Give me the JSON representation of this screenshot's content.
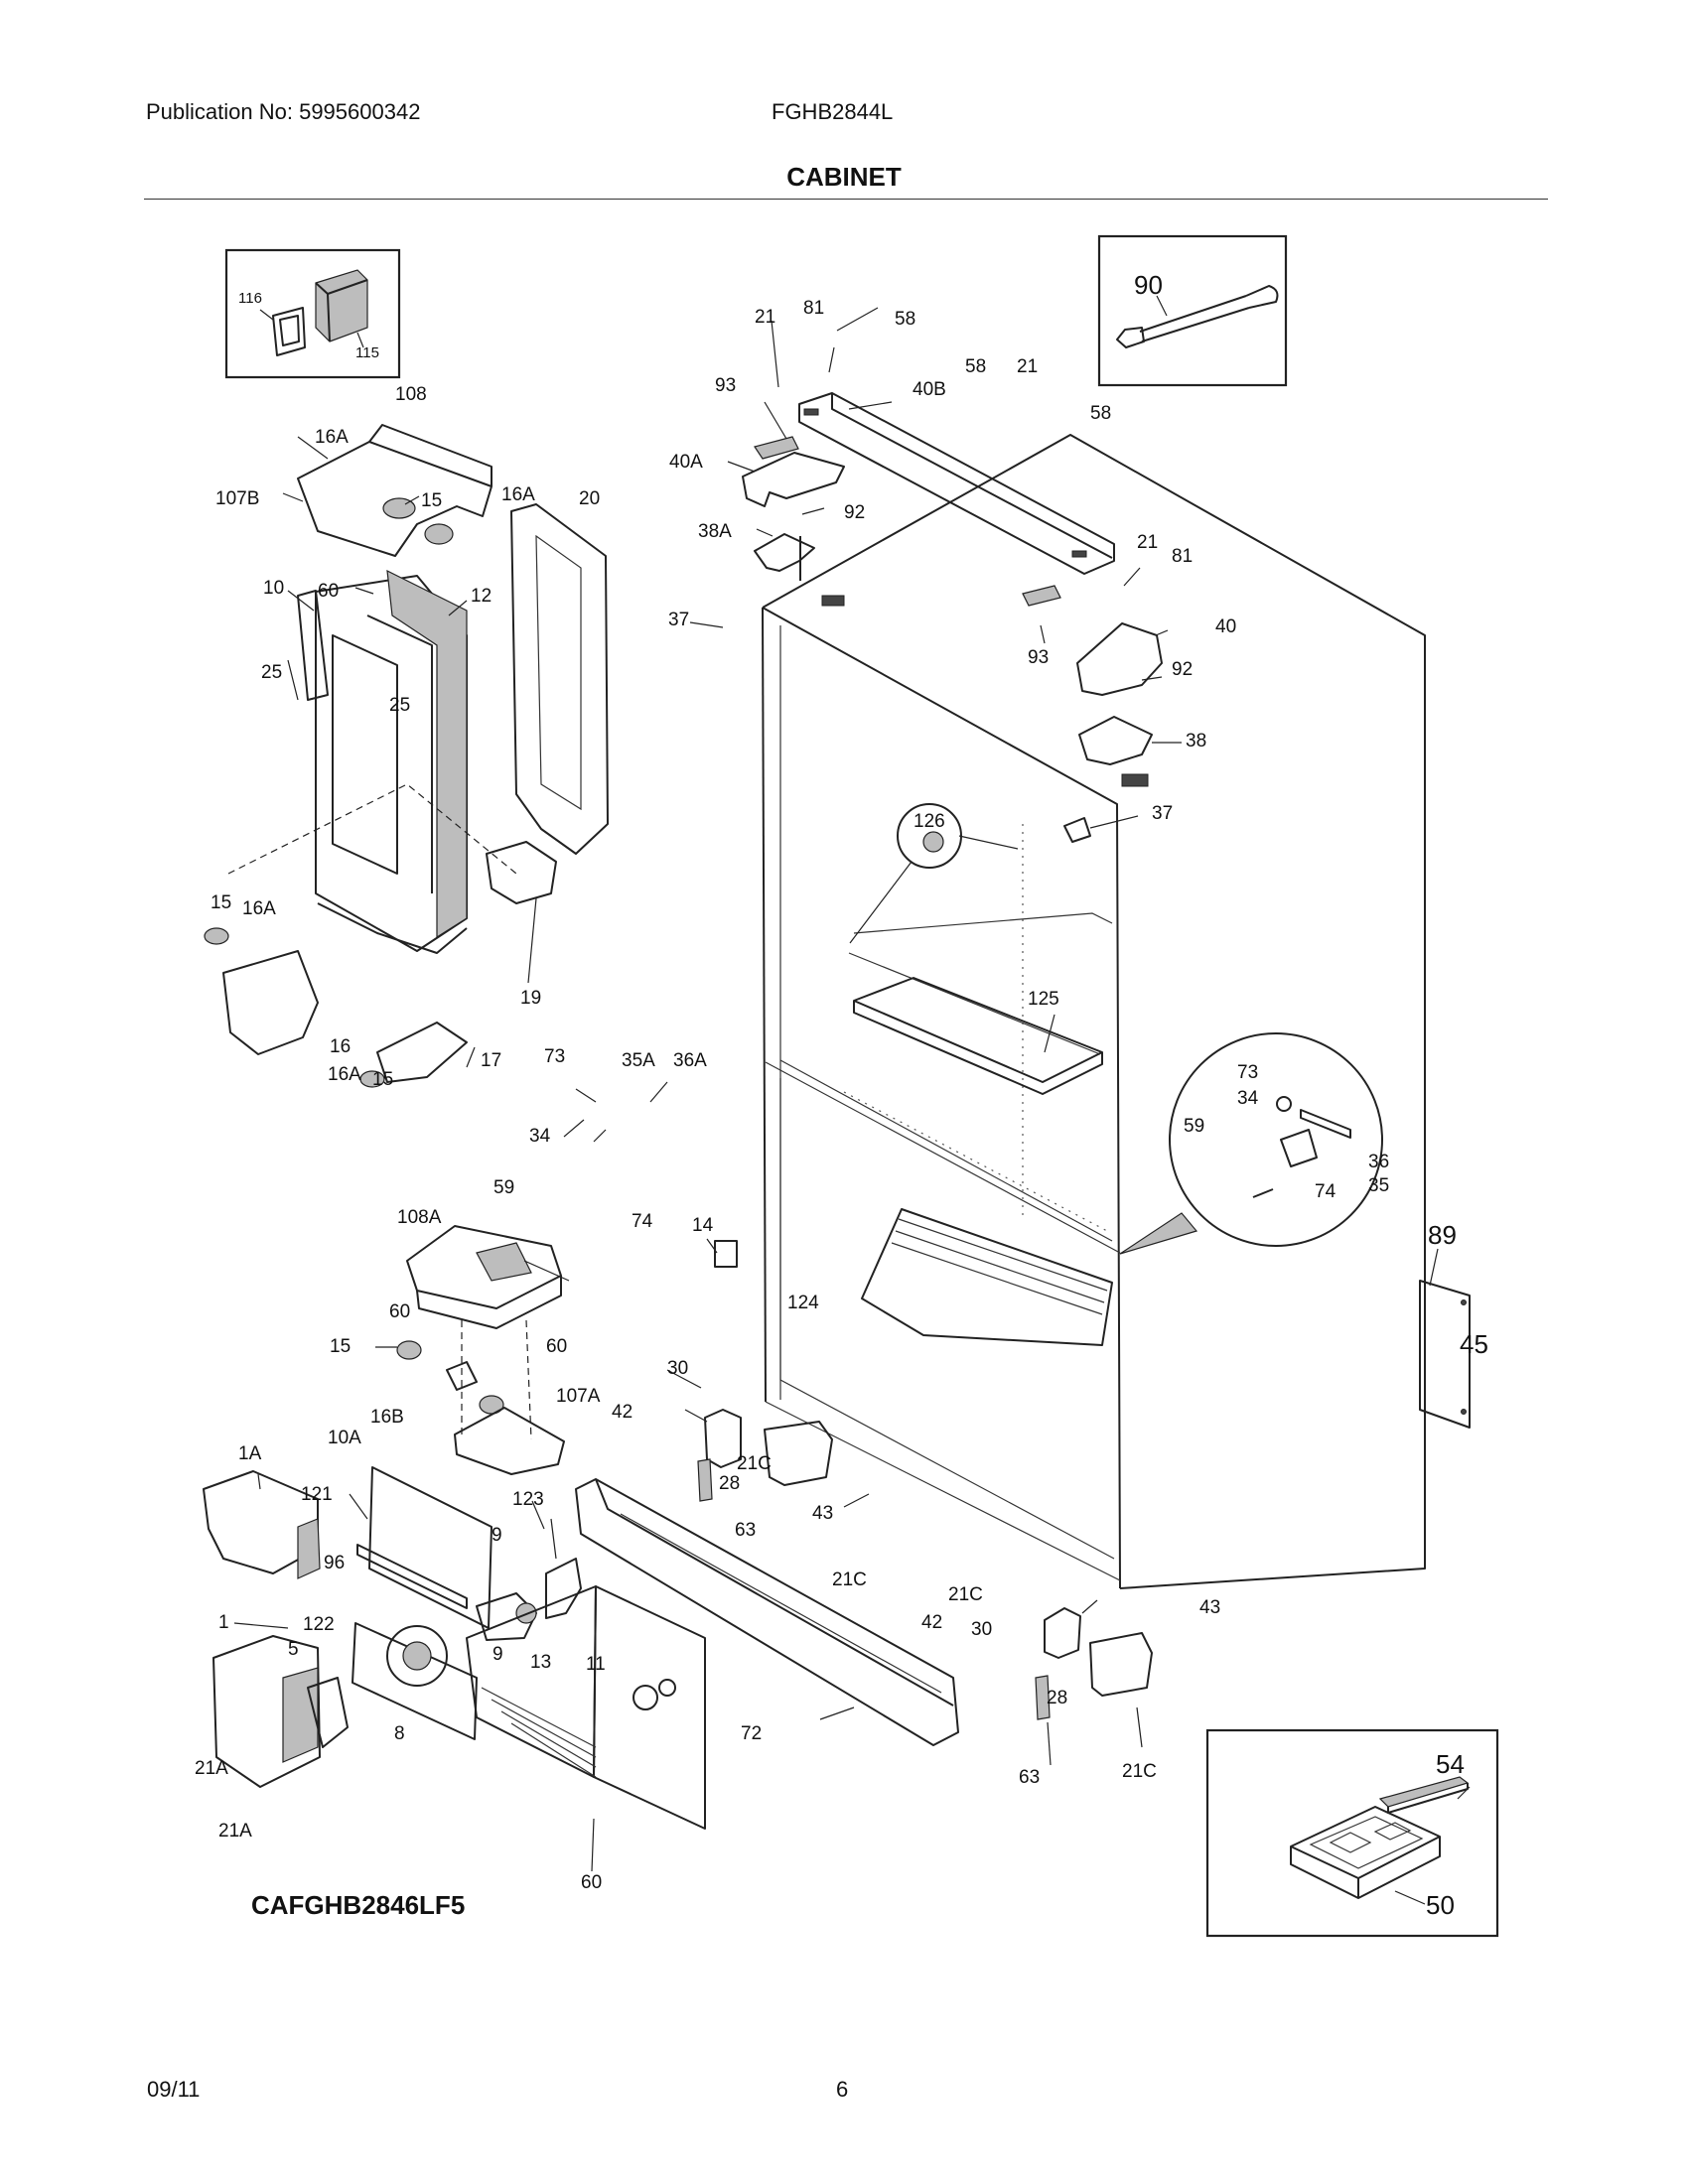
{
  "header": {
    "publication": "Publication No: 5995600342",
    "model": "FGHB2844L",
    "section_title": "CABINET"
  },
  "footer": {
    "diagram_code": "CAFGHB2846LF5",
    "date": "09/11",
    "page_number": "6"
  },
  "callouts": {
    "c116": "116",
    "c115": "115",
    "c108": "108",
    "c16A": "16A",
    "c107B": "107B",
    "c15": "15",
    "c20": "20",
    "c10": "10",
    "c60": "60",
    "c12": "12",
    "c25": "25",
    "c19": "19",
    "c16": "16",
    "c17": "17",
    "c21": "21",
    "c81": "81",
    "c58": "58",
    "c93": "93",
    "c40B": "40B",
    "c40A": "40A",
    "c38A": "38A",
    "c92": "92",
    "c37": "37",
    "c40": "40",
    "c38": "38",
    "c90": "90",
    "c126": "126",
    "c125": "125",
    "c73": "73",
    "c35A": "35A",
    "c36A": "36A",
    "c34": "34",
    "c59": "59",
    "c74": "74",
    "c14": "14",
    "c108A": "108A",
    "c124": "124",
    "c36": "36",
    "c35": "35",
    "c89": "89",
    "c45": "45",
    "c16B": "16B",
    "c107A": "107A",
    "c30": "30",
    "c42": "42",
    "c21C": "21C",
    "c28": "28",
    "c63": "63",
    "c43": "43",
    "c1A": "1A",
    "c10A": "10A",
    "c121": "121",
    "c123": "123",
    "c96": "96",
    "c9": "9",
    "c1": "1",
    "c122": "122",
    "c5": "5",
    "c13": "13",
    "c11": "11",
    "c8": "8",
    "c72": "72",
    "c21A": "21A",
    "c54": "54",
    "c50": "50"
  }
}
